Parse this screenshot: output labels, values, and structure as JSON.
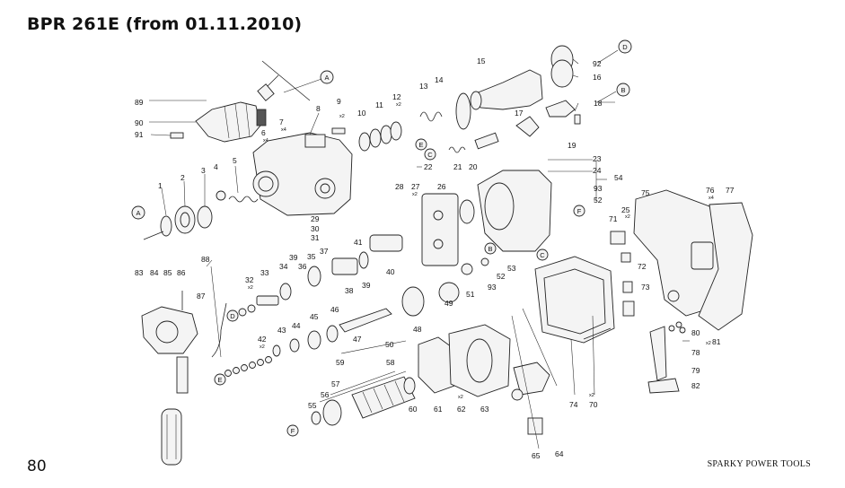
{
  "header": {
    "title": "BPR 261E (from 01.11.2010)"
  },
  "footer": {
    "page_number": "80",
    "brand": "SPARKY POWER TOOLS"
  },
  "callouts": {
    "n1": "1",
    "n2": "2",
    "n3": "3",
    "n4": "4",
    "n5": "5",
    "n6": "6",
    "n7": "7",
    "n8": "8",
    "n9": "9",
    "n10": "10",
    "n11": "11",
    "n12": "12",
    "n13": "13",
    "n14": "14",
    "n15": "15",
    "n16": "16",
    "n17": "17",
    "n18": "18",
    "n19": "19",
    "n20": "20",
    "n21": "21",
    "n22": "22",
    "n23": "23",
    "n24": "24",
    "n25": "25",
    "n26": "26",
    "n27": "27",
    "n28": "28",
    "n29": "29",
    "n30": "30",
    "n31": "31",
    "n32": "32",
    "n33": "33",
    "n34": "34",
    "n35": "35",
    "n36": "36",
    "n37": "37",
    "n38": "38",
    "n39a": "39",
    "n39b": "39",
    "n40": "40",
    "n41": "41",
    "n42": "42",
    "n43": "43",
    "n44": "44",
    "n45": "45",
    "n46": "46",
    "n47": "47",
    "n48": "48",
    "n49": "49",
    "n50": "50",
    "n51": "51",
    "n52a": "52",
    "n52b": "52",
    "n53": "53",
    "n54": "54",
    "n55": "55",
    "n56": "56",
    "n57": "57",
    "n58": "58",
    "n59": "59",
    "n60": "60",
    "n61": "61",
    "n62": "62",
    "n63": "63",
    "n64": "64",
    "n65": "65",
    "n70": "70",
    "n71": "71",
    "n72": "72",
    "n73": "73",
    "n74": "74",
    "n75": "75",
    "n76": "76",
    "n77": "77",
    "n78": "78",
    "n79": "79",
    "n80": "80",
    "n81": "81",
    "n82": "82",
    "n83": "83",
    "n84": "84",
    "n85": "85",
    "n86": "86",
    "n87": "87",
    "n88": "88",
    "n89": "89",
    "n90": "90",
    "n91": "91",
    "n92": "92",
    "n93a": "93",
    "n93b": "93"
  },
  "quantity_marks": {
    "x2": "x2",
    "x4": "x4"
  },
  "reference_letters": {
    "a": "A",
    "b": "B",
    "c": "C",
    "d": "D",
    "e": "E",
    "f": "F"
  }
}
